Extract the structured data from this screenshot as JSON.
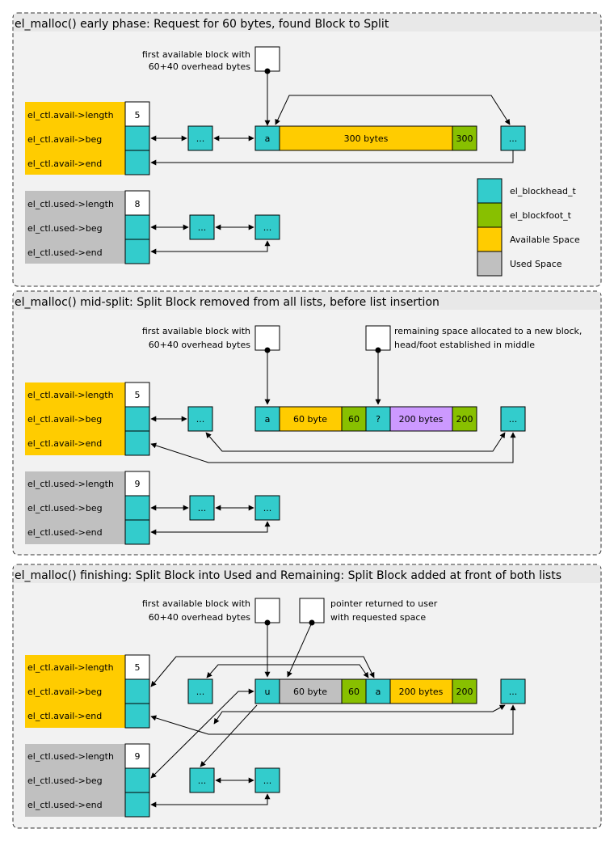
{
  "colors": {
    "blockhead": "#33cccc",
    "blockfoot": "#88c000",
    "available": "#ffcc00",
    "used": "#c0c0c0",
    "new_block": "#cc99ff",
    "panel_bg": "#f2f2f2",
    "title_bg": "#e8e8e8"
  },
  "panels": [
    {
      "title": "el_malloc() early phase: Request for 60 bytes, found Block to Split"
    },
    {
      "title": "el_malloc() mid-split: Split Block removed from all lists, before list insertion"
    },
    {
      "title": "el_malloc() finishing: Split Block into Used and Remaining: Split Block added at front of both lists"
    }
  ],
  "labels": {
    "avail_length": "el_ctl.avail->length",
    "avail_beg": "el_ctl.avail->beg",
    "avail_end": "el_ctl.avail->end",
    "used_length": "el_ctl.used->length",
    "used_beg": "el_ctl.used->beg",
    "used_end": "el_ctl.used->end",
    "ellipsis": "...",
    "first_block_1": "first available block with",
    "first_block_2": "60+40 overhead bytes",
    "remaining_1": "remaining space allocated to a new block,",
    "remaining_2": "head/foot established in middle",
    "pointer_1": "pointer returned to user",
    "pointer_2": "with requested space"
  },
  "p1": {
    "avail_length": "5",
    "used_length": "8",
    "head": "a",
    "space": "300 bytes",
    "foot": "300"
  },
  "p2": {
    "avail_length": "5",
    "used_length": "9",
    "head": "a",
    "space1": "60 byte",
    "foot1": "60",
    "head2": "?",
    "space2": "200 bytes",
    "foot2": "200"
  },
  "p3": {
    "avail_length": "5",
    "used_length": "9",
    "head": "u",
    "space1": "60 byte",
    "foot1": "60",
    "head2": "a",
    "space2": "200 bytes",
    "foot2": "200"
  },
  "legend": [
    {
      "label": "el_blockhead_t",
      "color": "#33cccc"
    },
    {
      "label": "el_blockfoot_t",
      "color": "#88c000"
    },
    {
      "label": "Available Space",
      "color": "#ffcc00"
    },
    {
      "label": "Used Space",
      "color": "#c0c0c0"
    }
  ]
}
